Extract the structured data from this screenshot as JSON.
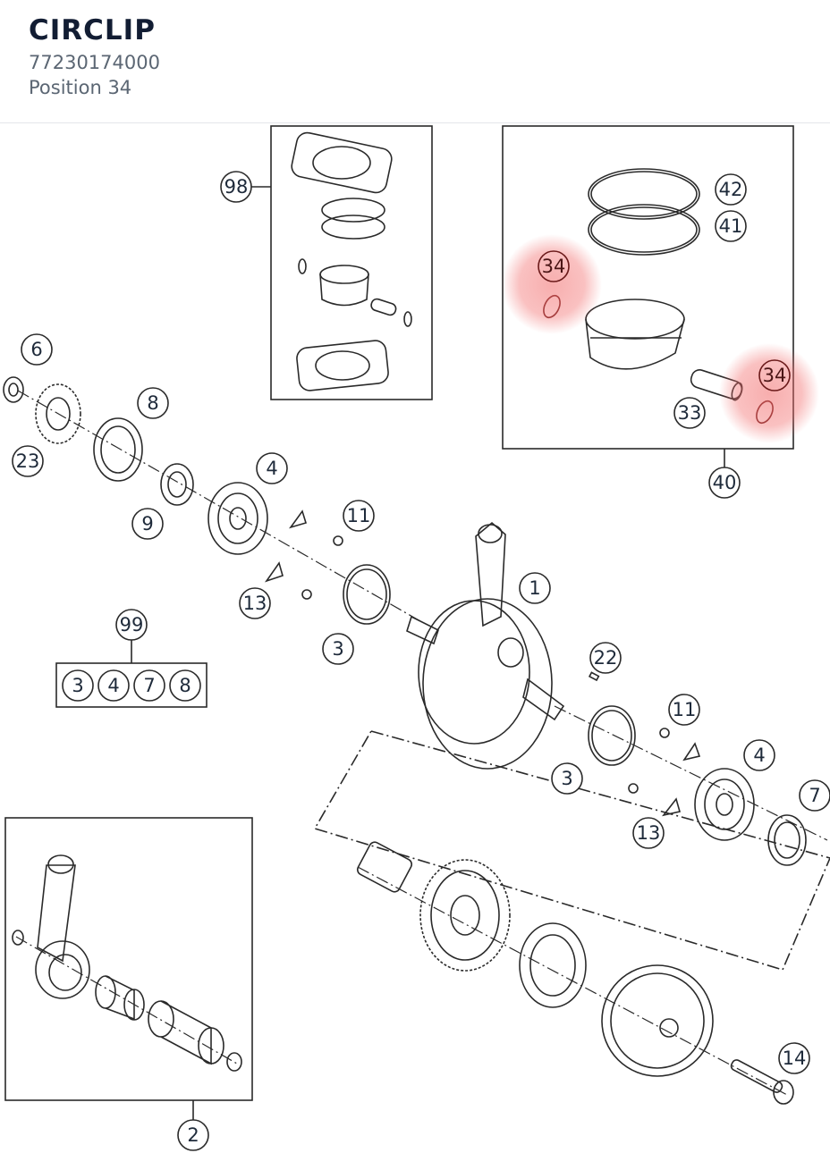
{
  "header": {
    "title": "CIRCLIP",
    "part_number": "77230174000",
    "position": "Position 34"
  },
  "colors": {
    "highlight": "#f26b6b",
    "line": "#2a2a2a",
    "text": "#1e2a3a"
  },
  "callouts": {
    "c98": "98",
    "c42": "42",
    "c41": "41",
    "c34a": "34",
    "c34b": "34",
    "c33": "33",
    "c40": "40",
    "c6": "6",
    "c8": "8",
    "c23": "23",
    "c4a": "4",
    "c9": "9",
    "c11a": "11",
    "c13a": "13",
    "c1": "1",
    "c99": "99",
    "c3a": "3",
    "c22": "22",
    "c11b": "11",
    "c4b": "4",
    "c3b": "3",
    "c7": "7",
    "c13b": "13",
    "c14": "14",
    "c2": "2"
  },
  "kit99": [
    "3",
    "4",
    "7",
    "8"
  ]
}
